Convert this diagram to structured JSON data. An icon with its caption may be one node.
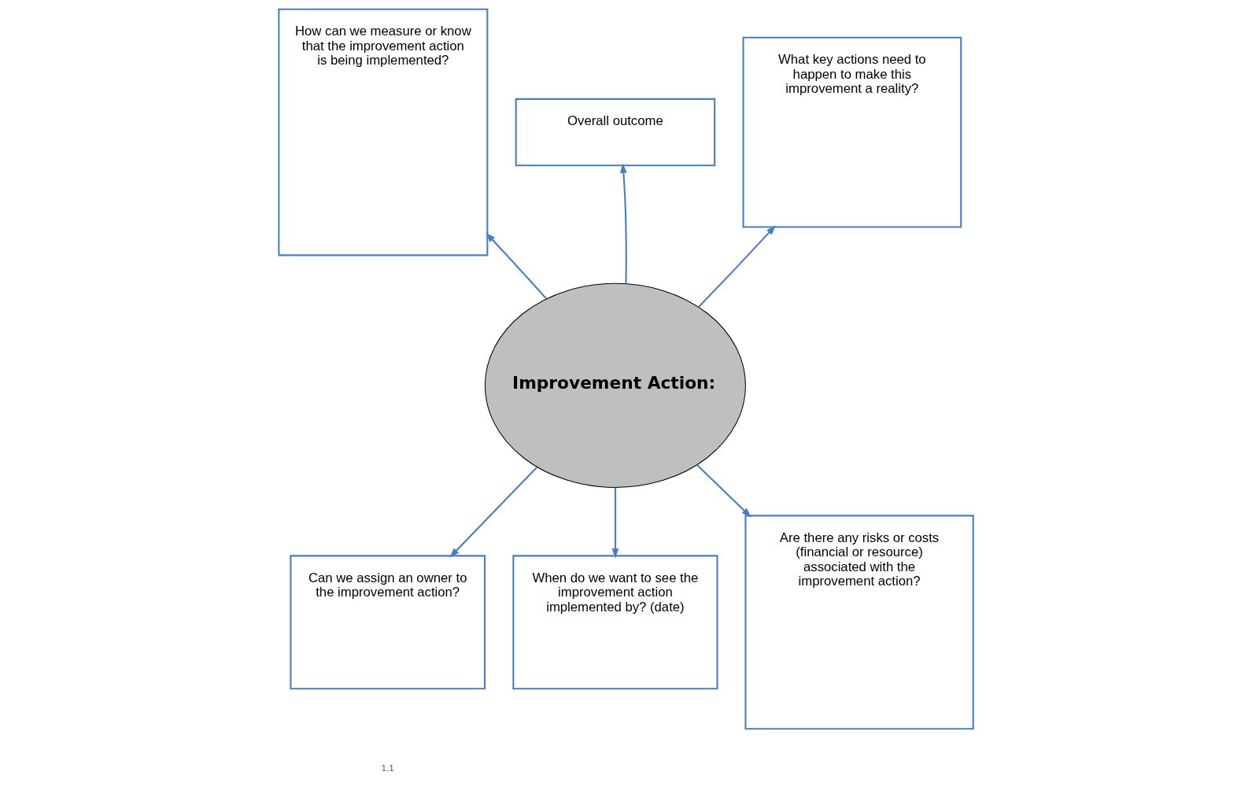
{
  "diagram": {
    "nodes": [
      {
        "text": [
          "Improvement Action:"
        ]
      },
      {
        "text": [
          "Overall outcome"
        ]
      },
      {
        "text": [
          "How can we measure or know that the improvement action is being implemented?"
        ]
      },
      {
        "text": [
          "What key actions need to happen to make this improvement a reality?"
        ]
      },
      {
        "text": [
          "Are there any risks or costs (financial or resource) associated with the improvement action?"
        ]
      },
      {
        "text": [
          "When do we want to see the improvement action implemented by? (date)"
        ]
      },
      {
        "text": [
          "Can we assign an owner to the improvement action?"
        ]
      }
    ],
    "edges": [
      {
        "from": 0,
        "to": 1,
        "arrow": "to"
      },
      {
        "from": 0,
        "to": 2,
        "arrow": "to"
      },
      {
        "from": 0,
        "to": 3,
        "arrow": "to"
      },
      {
        "from": 0,
        "to": 4,
        "arrow": "to"
      },
      {
        "from": 0,
        "to": 5,
        "arrow": "to"
      },
      {
        "from": 0,
        "to": 6,
        "arrow": "to"
      }
    ],
    "labels": [
      "1.1"
    ]
  }
}
